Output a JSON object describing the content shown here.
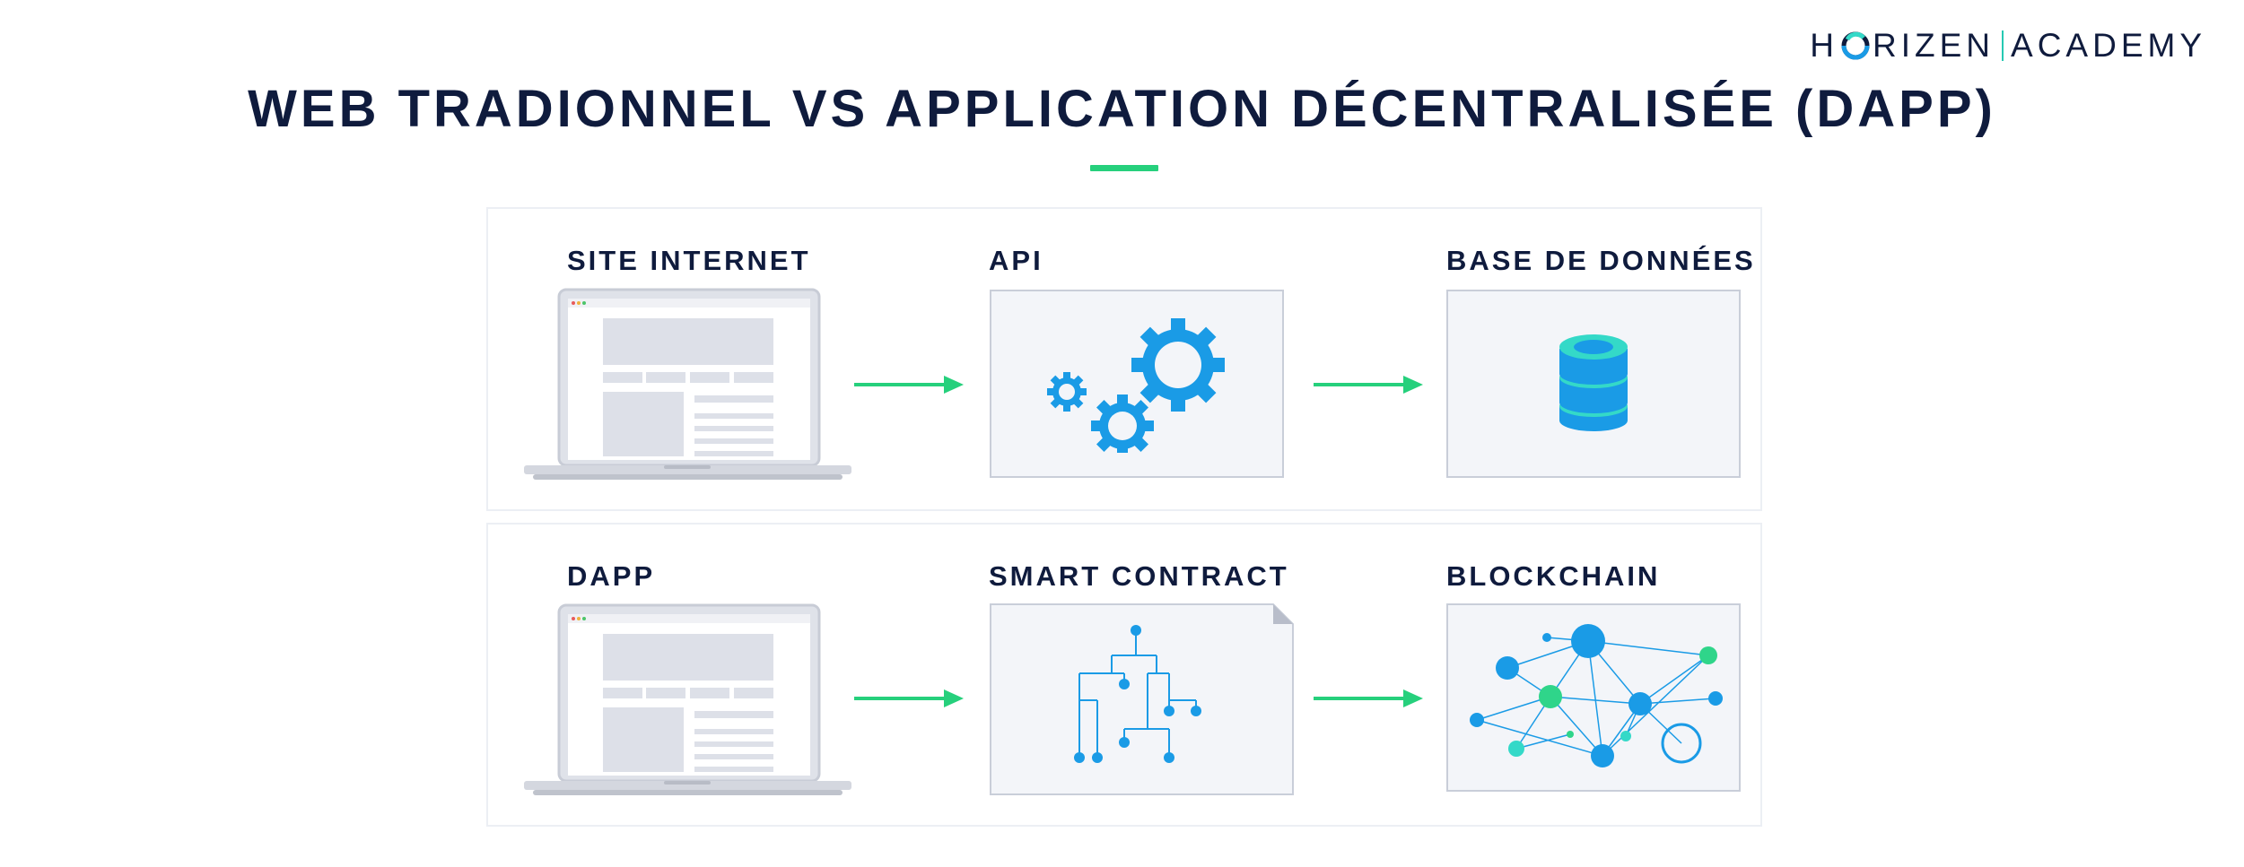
{
  "brand": {
    "prefix": "H",
    "middle": "RIZEN",
    "suffix": "ACADEMY"
  },
  "title": "WEB TRADIONNEL VS APPLICATION DÉCENTRALISÉE (DAPP)",
  "rows": [
    {
      "left_label": "SITE INTERNET",
      "middle_label": "API",
      "right_label": "BASE DE DONNÉES",
      "left_icon": "laptop-website-icon",
      "middle_icon": "gears-icon",
      "right_icon": "database-icon"
    },
    {
      "left_label": "DAPP",
      "middle_label": "SMART CONTRACT",
      "right_label": "BLOCKCHAIN",
      "left_icon": "laptop-dapp-icon",
      "middle_icon": "smart-contract-tree-icon",
      "right_icon": "blockchain-network-icon"
    }
  ],
  "colors": {
    "navy": "#0f1b3d",
    "accent_green": "#26d07c",
    "icon_blue": "#1a9be6",
    "icon_teal": "#34d9c8",
    "node_green": "#2fd58a",
    "panel_border": "#eceff4",
    "box_fill": "#f3f5f9"
  }
}
